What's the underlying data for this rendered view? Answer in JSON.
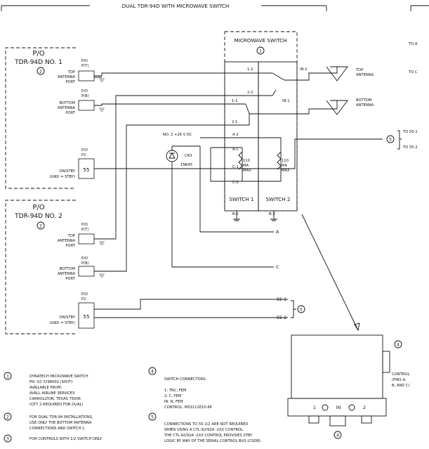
{
  "title": "DUAL TDR-94D WITH MICROWAVE SWITCH",
  "right_edge": {
    "to_a": "TO A",
    "to_c": "TO C",
    "to_55_1": "TO 55-1",
    "to_55_2": "TO 55-2",
    "note_ref": "5"
  },
  "unit1": {
    "po": "P/O",
    "name": "TDR-94D NO. 1",
    "note_ref": "2",
    "top_port": [
      "TOP",
      "ANTENNA",
      "PORT"
    ],
    "bottom_port": [
      "BOTTOM",
      "ANTENNA",
      "PORT"
    ],
    "conn_t": [
      "P/O",
      "P(T)"
    ],
    "conn_b": [
      "P/O",
      "P(B)"
    ],
    "conn_p2": [
      "P/O",
      "P2"
    ],
    "on_stby": "ON/STBY",
    "gnd": "(GND = STBY)",
    "pin": "55"
  },
  "unit2": {
    "po": "P/O",
    "name": "TDR-94D NO. 2",
    "note_ref": "2",
    "top_port": [
      "TOP",
      "ANTENNA",
      "PORT"
    ],
    "bottom_port": [
      "BOTTOM",
      "ANTENNA",
      "PORT"
    ],
    "conn_t": [
      "P/O",
      "P(T)"
    ],
    "conn_b": [
      "P/O",
      "P(B)"
    ],
    "conn_p2": [
      "P/O",
      "P2"
    ],
    "on_stby": "ON/STBY",
    "gnd": "(GND = STBY)",
    "pin": "55"
  },
  "switch": {
    "title": "MICROWAVE SWITCH",
    "note_ref": "1",
    "switch1": "SWITCH 1",
    "switch2": "SWITCH 2",
    "port_labels": [
      "1-2",
      "2-2",
      "1-1",
      "2-1",
      "IN-2",
      "IN-1"
    ],
    "control_pins": [
      "A-2",
      "A-1",
      "C-1",
      "C-2",
      "B-1",
      "B-2"
    ],
    "coil_label": [
      "110",
      "MA",
      "MAX"
    ],
    "power": "NO. 2  +28 V DC",
    "diode": [
      "CR3",
      "1N645"
    ]
  },
  "antennas": {
    "top": [
      "TOP",
      "ANTENNA"
    ],
    "bottom": [
      "BOTTOM",
      "ANTENNA"
    ]
  },
  "wires": {
    "a": "A",
    "c": "C",
    "w55_1": "55-1",
    "w55_2": "55-2",
    "note_ref": "5"
  },
  "detail": {
    "note_ref_top": "4",
    "note_ref_bottom": "4",
    "control": [
      "CONTROL",
      "(PINS A,",
      "B, AND C)"
    ],
    "ports": [
      "1",
      "IN",
      "2"
    ]
  },
  "notes": [
    {
      "ref": "1",
      "lines": [
        "DYNATECH MICROWAVE SWITCH",
        "PN: 02-7298002 (SPDT)",
        "AVAILABLE FROM:",
        "AVALL AIRLINE SERVICES",
        "CARROLLTON, TEXAS 75006",
        "(QTY 2 REQUIRED FOR DUAL)"
      ]
    },
    {
      "ref": "2",
      "lines": [
        "FOR DUAL TDR-94 INSTALLATIONS,",
        "USE ONLY THE BOTTOM ANTENNA",
        "CONNECTIONS AND SWITCH 1."
      ]
    },
    {
      "ref": "3",
      "lines": [
        "FOR CONTROLS WITH 1/2 SWITCH ONLY."
      ]
    },
    {
      "ref": "4",
      "lines": [
        "SWITCH CONNECTORS:",
        "",
        "1:    TNC, FEM",
        "2:    C, FEM",
        "IN:   N, FEM",
        "CONTROL:   MS3112E10-6P"
      ]
    },
    {
      "ref": "5",
      "lines": [
        "CONNECTIONS TO 55-1/2 ARE NOT REQUIRED",
        "WHEN USING A CTL-92/92A -2XX CONTROL.",
        "THE CTL-92/92A -2XX CONTROL PROVIDES STBY",
        "LOGIC BY WAY OF THE SERIAL CONTROL BUS (CSDB)."
      ]
    }
  ]
}
